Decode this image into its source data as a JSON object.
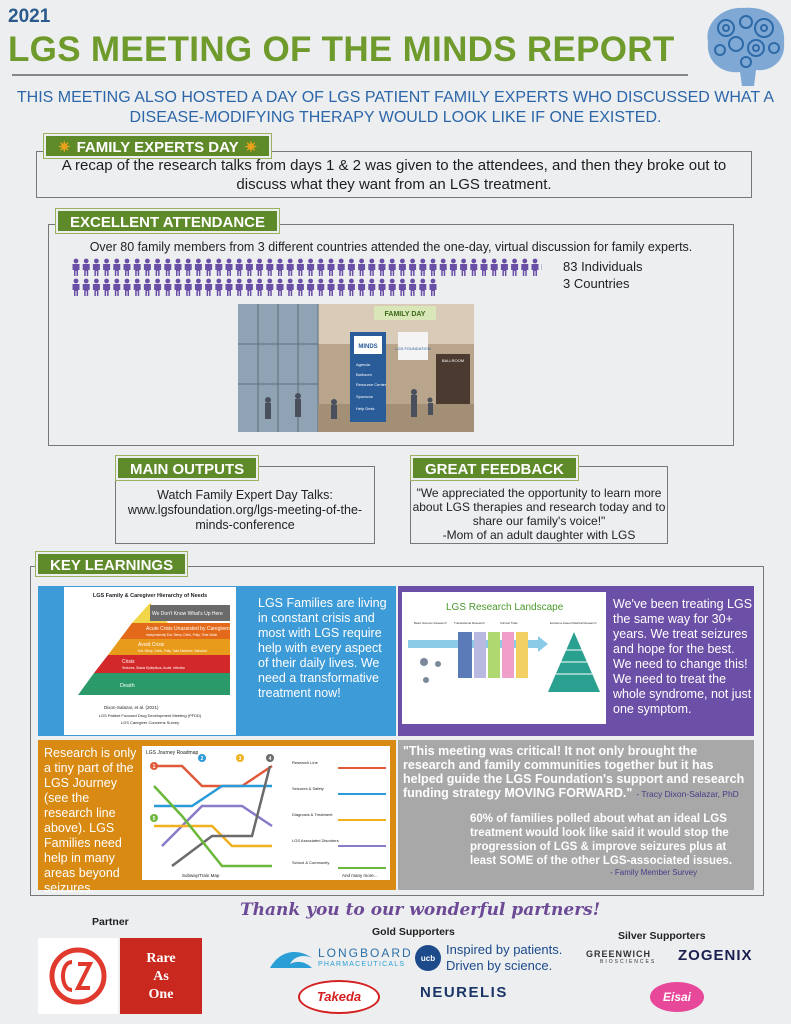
{
  "header": {
    "year": "2021",
    "title": "LGS MEETING OF THE MINDS REPORT",
    "subhead": "THIS MEETING ALSO HOSTED A DAY OF LGS PATIENT FAMILY EXPERTS WHO DISCUSSED WHAT A DISEASE-MODIFYING THERAPY WOULD LOOK LIKE IF ONE EXISTED."
  },
  "family_experts": {
    "tag": "FAMILY EXPERTS DAY",
    "text": "A recap of the research talks from days 1 & 2 was given to the attendees, and then they broke out to discuss what they want from an LGS treatment."
  },
  "attendance": {
    "tag": "EXCELLENT ATTENDANCE",
    "text": "Over 80 family members from 3 different countries attended the one-day, virtual discussion for family experts.",
    "individuals": "83 Individuals",
    "countries": "3 Countries",
    "icon_count": 83,
    "room": {
      "sign": "FAMILY DAY",
      "kiosk_title": "MINDS",
      "menu": [
        "Agenda",
        "Ballroom",
        "Resource Center",
        "Sponsors",
        "Help Desk"
      ],
      "poster": "LGS FOUNDATION",
      "door": "BALLROOM"
    }
  },
  "main_outputs": {
    "tag": "MAIN OUTPUTS",
    "text": "Watch Family Expert Day Talks: www.lgsfoundation.org/lgs-meeting-of-the-minds-conference"
  },
  "feedback": {
    "tag": "GREAT FEEDBACK",
    "quote": "\"We appreciated the opportunity to learn more about LGS therapies and research today and to share our family's voice!\"",
    "author": "-Mom of an adult daughter with LGS"
  },
  "key_learnings": {
    "tag": "KEY LEARNINGS",
    "needs": {
      "title": "LGS Family & Caregiver Hierarchy of Needs",
      "levels": [
        "We Don't Know What's Up Here",
        "Acute Crisis Unassisted by Caregivers",
        "Avoid Crisis",
        "Crisis",
        "Death"
      ],
      "level_details": [
        "",
        "Independently Eat, Sleep, Drink, Potty, Time Mode",
        "Eat, Sleep, Drink, Potty, Take Medicine, Behavior",
        "Seizures, Status Epilepticus, Acute, Infection",
        ""
      ],
      "citation1": "Dixon-Salazar, et al. (2021)",
      "citation2": "LGS Patient Focused Drug Development Meeting (PFDD)",
      "citation3": "LGS Caregiver Concerns Survey",
      "text": "LGS Families are living in constant crisis and most with LGS require help with every aspect of their daily lives. We need a transformative treatment now!"
    },
    "research": {
      "title": "LGS Research Landscape",
      "columns": [
        "Basic Science Research",
        "Translational Research",
        "Clinical Trials",
        "Evidence-based Medical Research"
      ],
      "text": "We've been treating LGS the same way for 30+ years. We treat seizures and hope for the best. We need to change this! We need to treat the whole syndrome, not just one symptom."
    },
    "journey": {
      "text": "Research is only a tiny part of the LGS Journey (see the research line above). LGS Families need help in many areas beyond seizures.",
      "title": "LGS Journey Roadmap",
      "caption": "Subway/Train Map",
      "more": "And many more...",
      "lines": [
        "Research Line",
        "Seizures & Safety",
        "Diagnosis & Treatment",
        "LGS Associated Disorders",
        "School & Community"
      ],
      "stations": [
        "1",
        "2",
        "3",
        "4",
        "5"
      ]
    },
    "quote": {
      "text": "\"This meeting was critical! It not only brought the research and family communities together but it has helped guide the LGS Foundation's support and research funding strategy MOVING FORWARD.\"",
      "author": "- Tracy Dixon-Salazar, PhD"
    },
    "survey": {
      "text": "60% of families polled about what an ideal LGS treatment would look like said it would stop the progression of LGS & improve seizures plus at least SOME of the other LGS-associated issues.",
      "source": "- Family Member Survey"
    }
  },
  "partners": {
    "thanks": "Thank you to our wonderful partners!",
    "partner_label": "Partner",
    "gold_label": "Gold Supporters",
    "silver_label": "Silver Supporters",
    "rare_as_one": [
      "Rare",
      "As",
      "One"
    ],
    "longboard": "LONGBOARD",
    "longboard_sub": "PHARMACEUTICALS",
    "ucb": "ucb",
    "ucb_line1": "Inspired by patients.",
    "ucb_line2": "Driven by science.",
    "takeda": "Takeda",
    "neurelis": "NEURELIS",
    "greenwich": "GREENWICH",
    "greenwich_sub": "BIOSCIENCES",
    "zogenix": "ZOGENIX",
    "eisai": "Eisai"
  },
  "colors": {
    "title_green": "#6f9a2c",
    "tag_green": "#5f8a2a",
    "subhead_blue": "#2c66a8",
    "people_purple": "#6a4fa6",
    "panel_blue": "#3d9bd8",
    "panel_purple": "#6c4fa6",
    "panel_orange": "#d98a12",
    "panel_gray": "#a8a8a8"
  }
}
